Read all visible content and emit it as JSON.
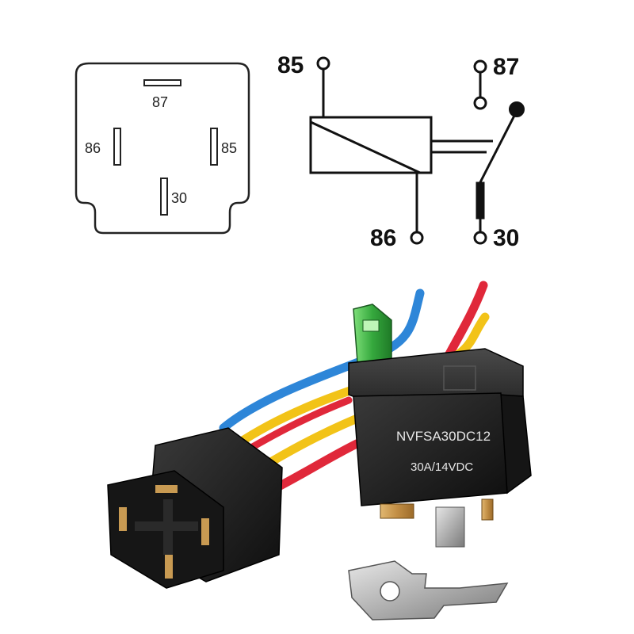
{
  "pinout": {
    "pin_87": "87",
    "pin_86": "86",
    "pin_85": "85",
    "pin_30": "30"
  },
  "schematic": {
    "t85": "85",
    "t87": "87",
    "t86": "86",
    "t30": "30"
  },
  "product": {
    "model": "NVFSA30DC12",
    "rating": "30A/14VDC"
  },
  "colors": {
    "line": "#222222",
    "housing": "#1c1c1c",
    "wire_blue": "#2e86d8",
    "wire_red": "#e0283a",
    "wire_yellow": "#f2c318",
    "fuse": "#3fb84a",
    "brass": "#c89a52",
    "steel": "#b9b9b9"
  }
}
